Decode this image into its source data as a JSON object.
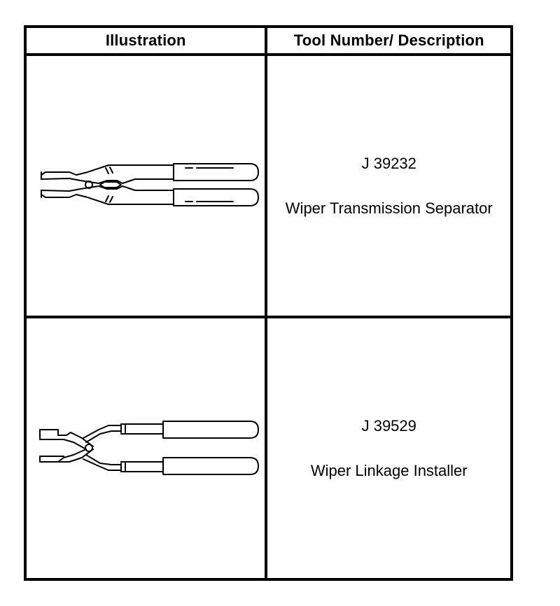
{
  "table": {
    "headers": {
      "illustration": "Illustration",
      "tool": "Tool Number/ Description"
    },
    "rows": [
      {
        "tool_number": "J 39232",
        "description": "Wiper Transmission Separator",
        "icon": "wiper-transmission-separator-icon"
      },
      {
        "tool_number": "J 39529",
        "description": "Wiper Linkage Installer",
        "icon": "wiper-linkage-installer-icon"
      }
    ]
  }
}
